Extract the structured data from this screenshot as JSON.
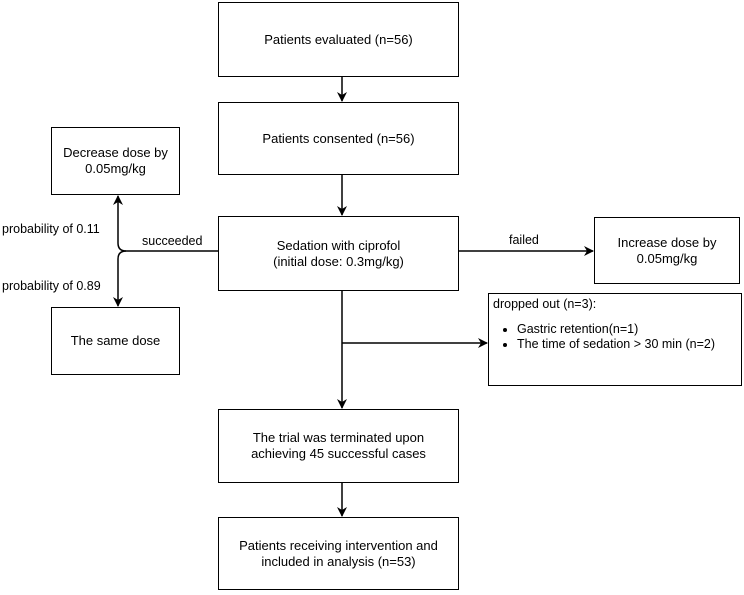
{
  "boxes": {
    "evaluated": "Patients evaluated (n=56)",
    "consented": "Patients consented (n=56)",
    "sedation_line1": "Sedation with ciprofol",
    "sedation_line2": "(initial dose: 0.3mg/kg)",
    "terminated_line1": "The trial was terminated upon",
    "terminated_line2": "achieving 45 successful cases",
    "analysis_line1": "Patients receiving intervention and",
    "analysis_line2": "included in analysis (n=53)",
    "decrease_line1": "Decrease dose by",
    "decrease_line2": "0.05mg/kg",
    "same_dose": "The same dose",
    "increase_line1": "Increase dose by",
    "increase_line2": "0.05mg/kg"
  },
  "dropout": {
    "title": "dropped out (n=3):",
    "items": [
      "Gastric retention(n=1)",
      "The time of sedation > 30 min (n=2)"
    ]
  },
  "edges": {
    "succeeded": "succeeded",
    "failed": "failed",
    "prob_decrease": "probability of 0.11",
    "prob_same": "probability of 0.89"
  }
}
